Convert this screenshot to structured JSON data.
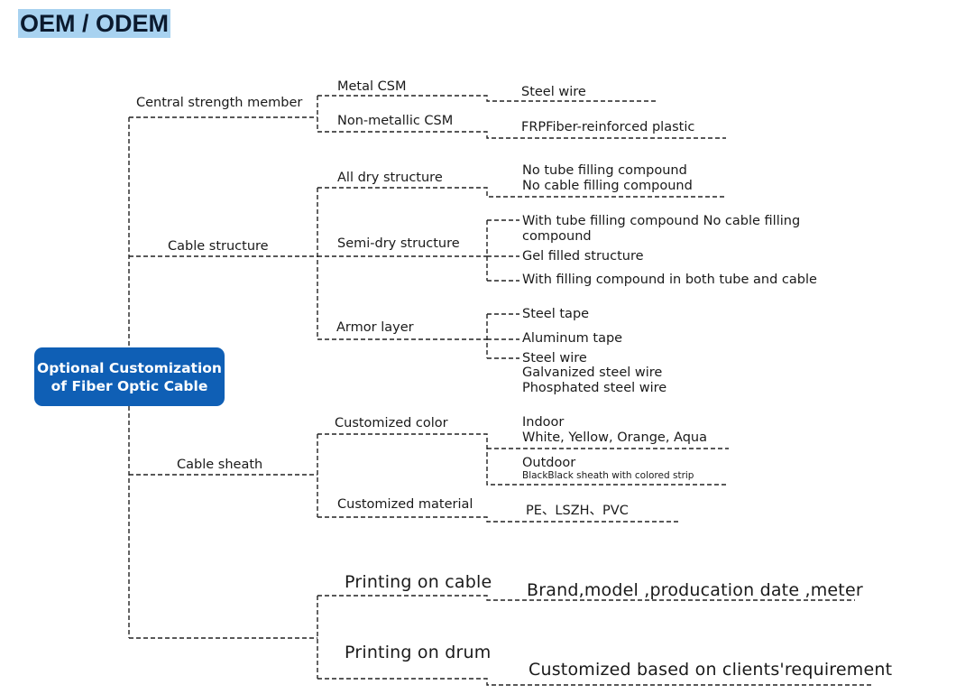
{
  "title": "OEM / ODEM",
  "center_node": {
    "line1": "Optional Customization",
    "line2": "of Fiber Optic Cable"
  },
  "branches": {
    "central_strength": {
      "label": "Central strength member",
      "metal": {
        "label": "Metal CSM",
        "leaf": "Steel wire"
      },
      "nonmetal": {
        "label": "Non-metallic CSM",
        "leaf": "FRPFiber-reinforced plastic"
      }
    },
    "cable_structure": {
      "label": "Cable structure",
      "all_dry": {
        "label": "All dry structure",
        "leaf_line1": "No tube filling compound",
        "leaf_line2": "No cable filling compound"
      },
      "semi_dry": {
        "label": "Semi-dry structure",
        "leaf1_line1": "With tube filling compound No cable filling",
        "leaf1_line2": "compound",
        "leaf2": "Gel filled structure",
        "leaf3": "With filling compound in both tube and cable"
      },
      "armor": {
        "label": "Armor layer",
        "leaf1": "Steel tape",
        "leaf2": "Aluminum tape",
        "leaf3_line1": "Steel wire",
        "leaf3_line2": "Galvanized steel wire",
        "leaf3_line3": "Phosphated steel wire"
      }
    },
    "cable_sheath": {
      "label": "Cable sheath",
      "color": {
        "label": "Customized color",
        "indoor_title": "Indoor",
        "indoor_values": "White, Yellow, Orange, Aqua",
        "outdoor_title": "Outdoor",
        "outdoor_values": "BlackBlack sheath with colored strip"
      },
      "material": {
        "label": "Customized material",
        "leaf": "PE、LSZH、PVC"
      }
    },
    "printing": {
      "cable": {
        "label": "Printing on cable",
        "leaf": "Brand,model ,producation date ,meter"
      },
      "drum": {
        "label": "Printing on drum",
        "leaf": "Customized based on clients'requirement"
      }
    }
  },
  "colors": {
    "title_highlight": "#a8d2f0",
    "center_fill": "#0f5fb5",
    "line": "#222222"
  }
}
